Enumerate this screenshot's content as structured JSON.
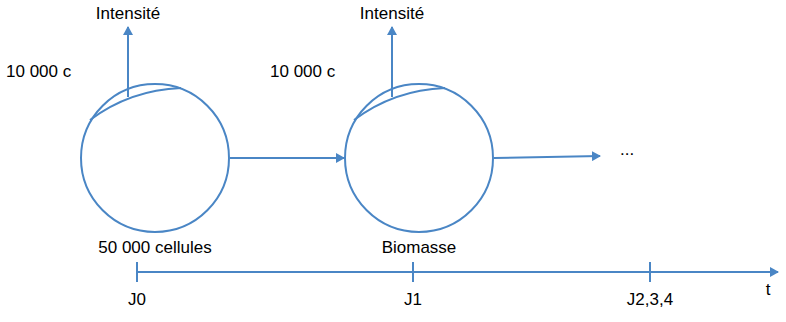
{
  "diagram": {
    "nodes": [
      {
        "text": [
          "50 000 cellules"
        ]
      },
      {
        "text": [
          "Biomasse"
        ]
      }
    ],
    "edges": [
      {
        "from": 0,
        "to": 1,
        "arrow": "to"
      }
    ],
    "labels": [
      "Intensité",
      "10 000 c",
      "Intensité",
      "10 000 c",
      "...",
      "J0",
      "J1",
      "J2,3,4",
      "t"
    ]
  }
}
